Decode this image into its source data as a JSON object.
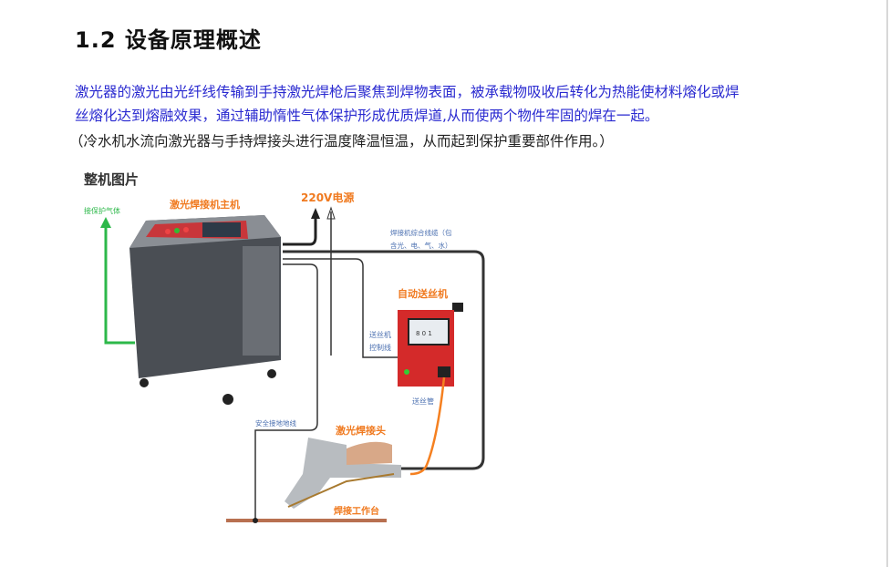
{
  "heading": "1.2  设备原理概述",
  "paragraph": {
    "line1": "激光器的激光由光纤线传输到手持激光焊枪后聚焦到焊物表面，被承载物吸收后转化为热能使材料熔化或焊",
    "line2": "丝熔化达到熔融效果，通过辅助惰性气体保护形成优质焊道,从而使两个物件牢固的焊在一起。",
    "note": "（冷水机水流向激光器与手持焊接头进行温度降温恒温，从而起到保护重要部件作用。）"
  },
  "diagram": {
    "title": "整机图片",
    "main_unit": "激光焊接机主机",
    "power": "220V电源",
    "gas": "接保护气体",
    "cable_line1": "焊接机综合线缆（包",
    "cable_line2": "含光、电、气、水）",
    "wire_feeder": "自动送丝机",
    "control_line1": "送丝机",
    "control_line2": "控制线",
    "wire_tube": "送丝管",
    "ground": "安全接地地线",
    "weld_head": "激光焊接头",
    "workbench": "焊接工作台",
    "screen_readout": "8 0 1"
  },
  "colors": {
    "body_blue": "#2a2ad0",
    "label_orange": "#f07a20",
    "label_blue": "#4a6fb0",
    "gas_green": "#2db84a"
  }
}
